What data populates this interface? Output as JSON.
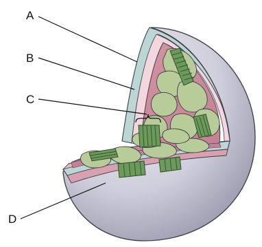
{
  "labels": {
    "a": "A",
    "b": "B",
    "c": "C",
    "d": "D"
  },
  "colors": {
    "outer_shell": "#c9c8d6",
    "outer_shadow": "#9e9cb0",
    "outer_membrane_band": "#b9d5d5",
    "intermembrane": "#f3d7df",
    "inner_membrane": "#c77f93",
    "stroma": "#c98e9c",
    "thylakoid_fill": "#b8cc9a",
    "thylakoid_dark": "#5f8a4f",
    "outline": "#3b3b45"
  }
}
